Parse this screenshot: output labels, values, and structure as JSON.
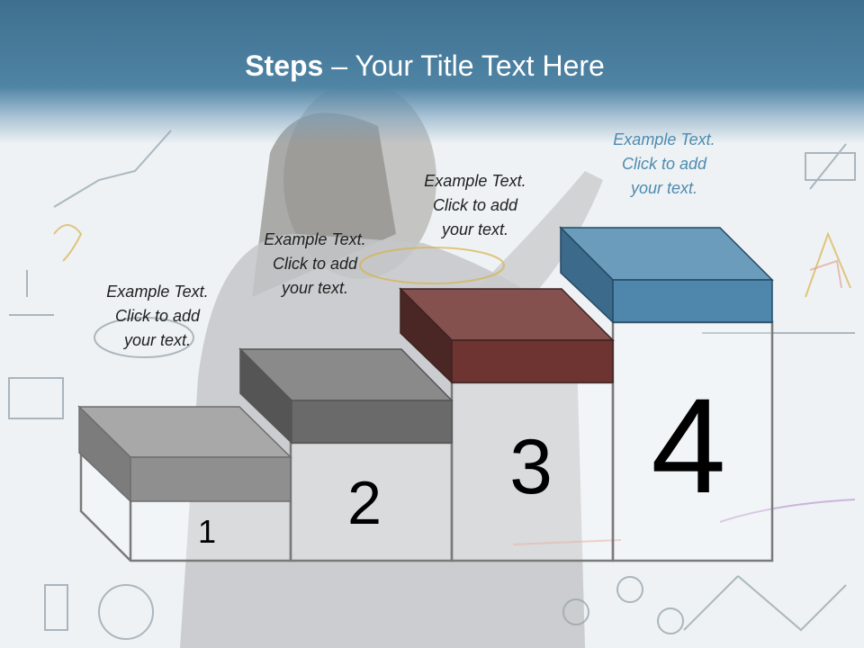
{
  "slide": {
    "title_bold": "Steps",
    "title_rest": " – Your Title Text Here"
  },
  "steps": [
    {
      "number": "1",
      "text": "Example Text.\nClick  to add\nyour text.",
      "color": "#8a8a8a"
    },
    {
      "number": "2",
      "text": "Example Text.\nClick  to add\nyour text.",
      "color": "#6a6a6a"
    },
    {
      "number": "3",
      "text": "Example Text.\nClick  to add\nyour text.",
      "color": "#6e3431"
    },
    {
      "number": "4",
      "text": "Example Text.\nClick  to add\nyour text.",
      "color": "#4f86ab"
    }
  ]
}
